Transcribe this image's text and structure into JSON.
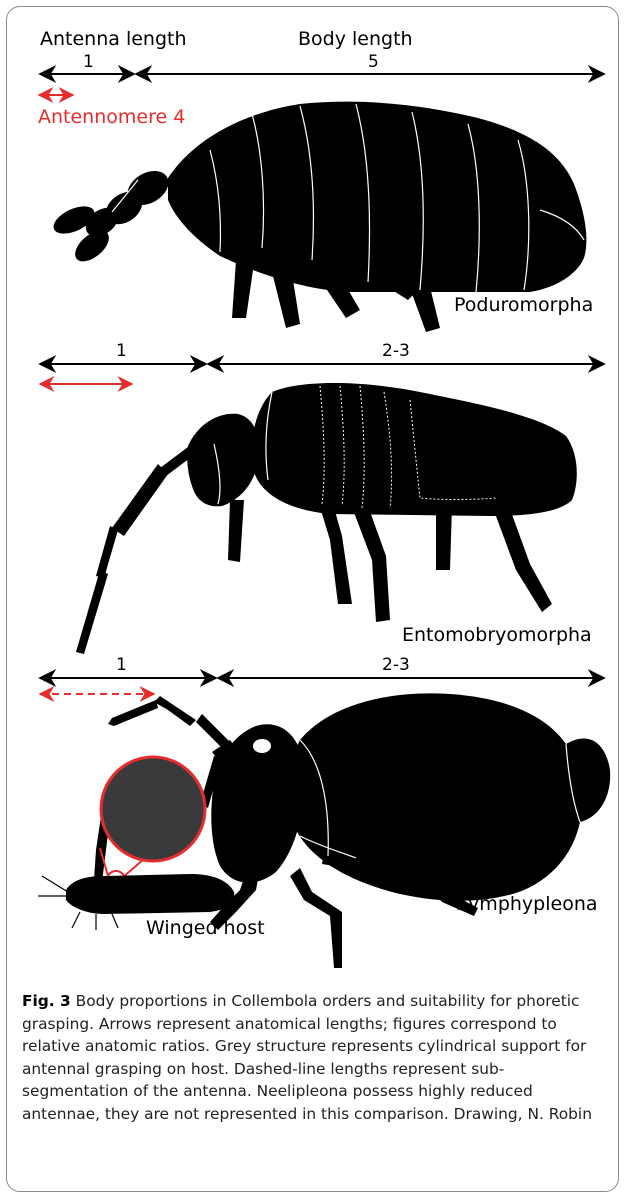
{
  "figure": {
    "poduromorpha": {
      "antenna_header": "Antenna length",
      "body_header": "Body length",
      "antenna_ratio": "1",
      "body_ratio": "5",
      "sub_label": "Antennomere 4",
      "name": "Poduromorpha"
    },
    "entomobryomorpha": {
      "antenna_ratio": "1",
      "body_ratio": "2-3",
      "name": "Entomobryomorpha"
    },
    "symphypleona": {
      "antenna_ratio": "1",
      "body_ratio": "2-3",
      "name": "Symphypleona",
      "host_label": "Winged host"
    },
    "colors": {
      "arrow": "#000000",
      "sub_segment": "#e52d2d",
      "silhouette": "#000000",
      "grasp_support": "#3a3a3c"
    }
  },
  "caption": {
    "label": "Fig. 3",
    "text": "Body proportions in Collembola orders and suitability for phoretic grasping. Arrows represent anatomical lengths; figures correspond to relative anatomic ratios. Grey structure represents cylindrical support for antennal grasping on host. Dashed-line lengths represent sub-segmentation of the antenna. Neelipleona possess highly reduced antennae, they are not represented in this comparison. Drawing, N. Robin"
  }
}
